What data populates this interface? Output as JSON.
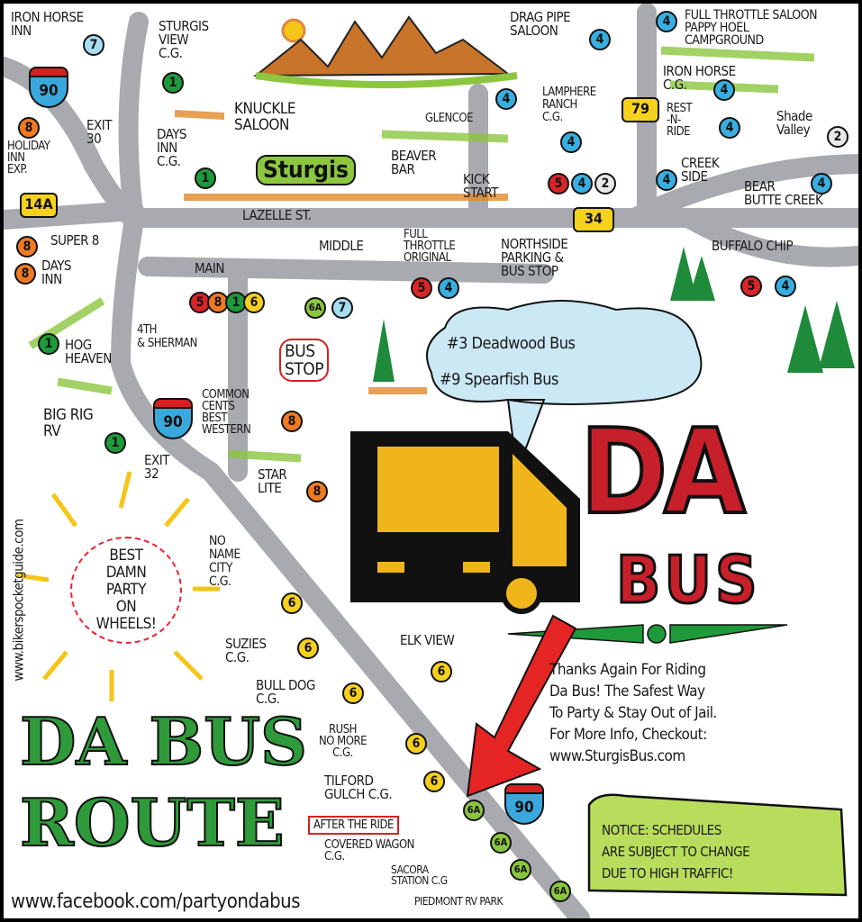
{
  "route_colors": {
    "1": "#1e9a3a",
    "2": "#e8e8e8",
    "4": "#39aee0",
    "5": "#d8252a",
    "6": "#f5d01e",
    "6A": "#8cc63f",
    "7": "#a8dcf0",
    "8": "#ee7a22"
  },
  "shields": {
    "i90": "90",
    "us14a": "14A",
    "sd79": "79",
    "sd34": "34"
  },
  "streets": {
    "lazelle": "Lazelle St.",
    "middle": "Middle",
    "main": "Main",
    "fourth_sherman": "4th\n& Sherman",
    "exit30": "Exit\n30",
    "exit32": "Exit\n32"
  },
  "places": {
    "iron_horse_inn": {
      "name": "Iron Horse\nInn",
      "route": "7"
    },
    "sturgis_view": {
      "name": "Sturgis\nView\nC.G.",
      "route": "1"
    },
    "knuckle": {
      "name": "Knuckle\nSaloon"
    },
    "beaver_bar": {
      "name": "Beaver\nBar"
    },
    "kick_start": {
      "name": "Kick\nStart"
    },
    "glencoe": {
      "name": "Glencoe",
      "route": "4"
    },
    "drag_pipe": {
      "name": "Drag Pipe\nSaloon",
      "route": "4"
    },
    "lamphere": {
      "name": "Lamphere\nRanch\nC.G.",
      "route": "4"
    },
    "full_throttle_saloon": {
      "name": "Full Throttle Saloon\nPappy Hoel\nCampground",
      "route": "4"
    },
    "iron_horse_cg": {
      "name": "Iron Horse\nC.G.",
      "route": "4"
    },
    "rest_n_ride": {
      "name": "Rest\n-N-\nRide",
      "route": "4"
    },
    "shade_valley": {
      "name": "Shade\nValley",
      "route": "2"
    },
    "creek_side": {
      "name": "Creek\nSide",
      "route": "4"
    },
    "bear_butte": {
      "name": "Bear\nButte Creek",
      "route": "4"
    },
    "northside_routes": [
      "5",
      "4",
      "2"
    ],
    "full_throttle_original": {
      "name": "Full\nThrottle\nOriginal",
      "routes": [
        "5",
        "4"
      ]
    },
    "northside": {
      "name": "Northside\nParking &\nBus Stop"
    },
    "buffalo_chip": {
      "name": "Buffalo Chip",
      "routes": [
        "5",
        "4"
      ]
    },
    "main_routes": [
      "5",
      "8",
      "1",
      "6"
    ],
    "main_east_routes": [
      "6A",
      "7"
    ],
    "bus_stop": {
      "name": "Bus\nStop"
    },
    "holiday_inn": {
      "name": "Holiday\nInn\nExp.",
      "route": "8"
    },
    "super8": {
      "name": "Super 8",
      "route": "8"
    },
    "days_inn": {
      "name": "Days\nInn",
      "route": "8"
    },
    "days_inn_cg": {
      "name": "Days\nInn\nC.G.",
      "route": "1"
    },
    "hog_heaven": {
      "name": "Hog\nHeaven",
      "route": "1"
    },
    "big_rig": {
      "name": "Big Rig\nRV",
      "route": "1"
    },
    "common_cents": {
      "name": "Common\nCents\nBest\nWestern",
      "route": "8"
    },
    "star_lite": {
      "name": "Star\nLite",
      "route": "8"
    },
    "no_name": {
      "name": "No\nName\nCity\nC.G.",
      "route": "6"
    },
    "suzies": {
      "name": "Suzies\nC.G.",
      "route": "6"
    },
    "bull_dog": {
      "name": "Bull Dog\nC.G.",
      "route": "6"
    },
    "elk_view": {
      "name": "Elk View",
      "route": "6"
    },
    "rush_no_more": {
      "name": "Rush\nNo More\nC.G.",
      "route": "6"
    },
    "tilford": {
      "name": "Tilford\nGulch C.G.",
      "route": "6"
    },
    "after_the_ride": {
      "name": "After the Ride",
      "route": "6A"
    },
    "covered_wagon": {
      "name": "Covered Wagon\nC.G.",
      "route": "6A"
    },
    "sacora": {
      "name": "Sacora\nStation C.G",
      "route": "6A"
    },
    "piedmont": {
      "name": "Piedmont RV Park",
      "route": "6A"
    }
  },
  "town_logo": "Sturgis",
  "cloud": {
    "line1": "#3 Deadwood Bus",
    "line2": "#9 Spearfish Bus"
  },
  "brand": {
    "da": "DA",
    "bus": "BUS"
  },
  "route_logo": {
    "line1": "Da Bus",
    "line2": "Route"
  },
  "burst": "Best\nDamn\nParty\nOn\nWheels!",
  "thanks": "Thanks Again For Riding\nDa Bus! The Safest Way\nTo Party & Stay Out of Jail.\nFor More Info, Checkout:\nwww.SturgisBus.com",
  "notice": "Notice: Schedules\nAre Subject To Change\nDue To High Traffic!",
  "side_url": "www.bikerspocketguide.com",
  "facebook": "www.facebook.com/partyondabus"
}
